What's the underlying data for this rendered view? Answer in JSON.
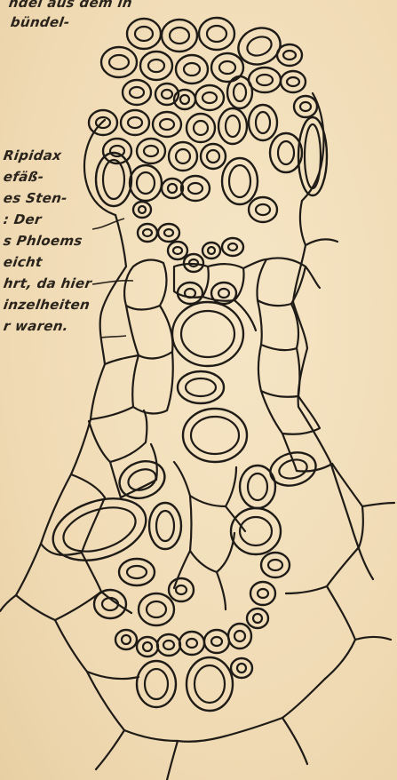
{
  "figure": {
    "caption_lines": [
      "ndel aus dem in",
      "bündel-",
      "Ripidax",
      "efäß-",
      "es Sten-",
      ": Der",
      "s Phloems",
      "eicht",
      "hrt, da hier",
      "inzelheiten",
      "r waren."
    ]
  }
}
